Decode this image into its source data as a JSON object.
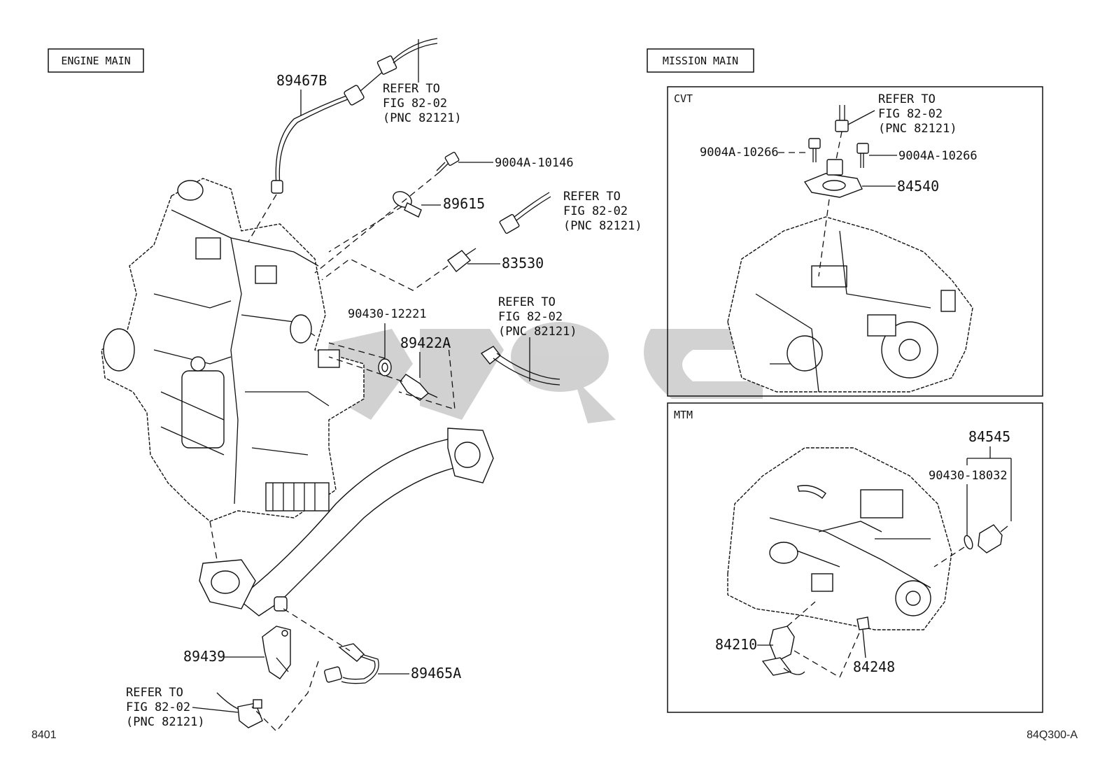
{
  "sections": {
    "engine_title": "ENGINE MAIN",
    "mission_title": "MISSION MAIN",
    "cvt": "CVT",
    "mtm": "MTM"
  },
  "refer": {
    "l1": "REFER TO",
    "l2": "FIG 82-02",
    "l3": "(PNC 82121)"
  },
  "parts": {
    "p89467B": "89467B",
    "p9004A_10146": "9004A-10146",
    "p89615": "89615",
    "p83530": "83530",
    "p90430_12221": "90430-12221",
    "p89422A": "89422A",
    "p89439": "89439",
    "p89465A": "89465A",
    "p9004A_10266_left": "9004A-10266",
    "p9004A_10266_right": "9004A-10266",
    "p84540": "84540",
    "p84545": "84545",
    "p90430_18032": "90430-18032",
    "p84210": "84210",
    "p84248": "84248"
  },
  "footer": {
    "page_code": "8401",
    "figure_code": "84Q300-A"
  }
}
